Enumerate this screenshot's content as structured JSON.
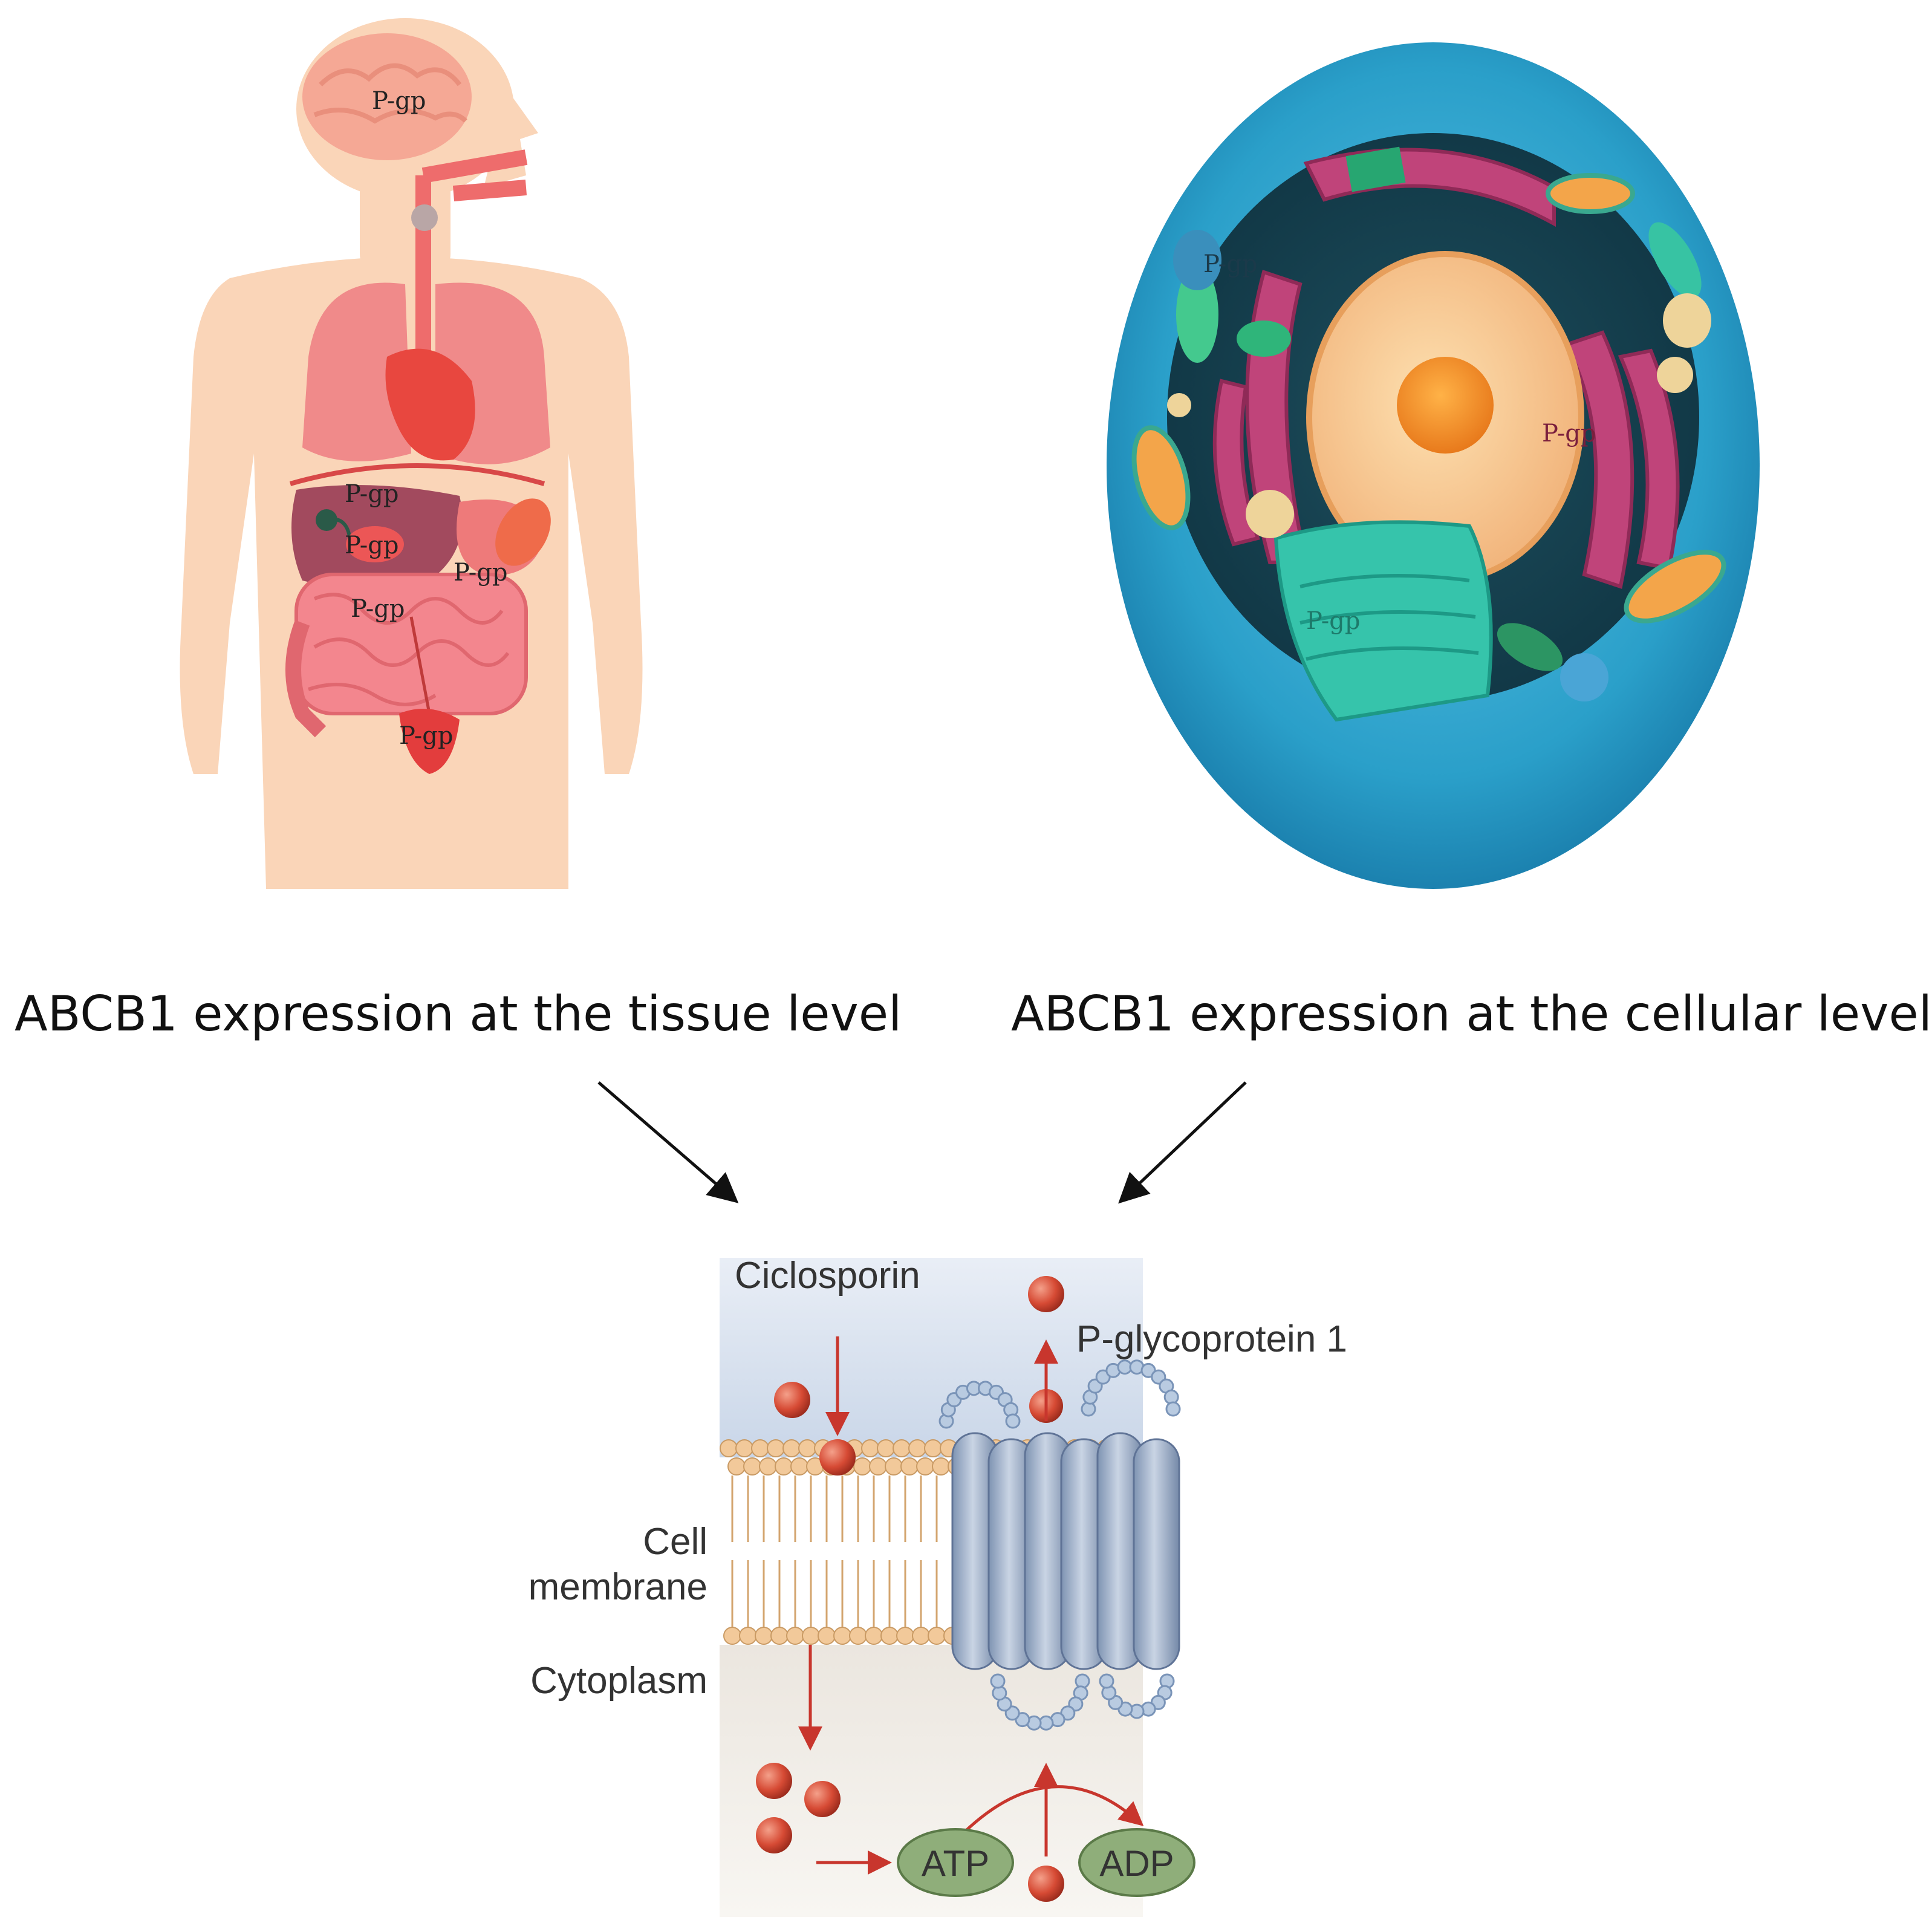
{
  "body_panel": {
    "labels": [
      "P-gp",
      "P-gp",
      "P-gp",
      "P-gp",
      "P-gp",
      "P-gp"
    ]
  },
  "cell_panel": {
    "labels": [
      "P-gp",
      "P-gp",
      "P-gp"
    ]
  },
  "captions": {
    "tissue": "ABCB1 expression at the tissue level",
    "cellular": "ABCB1 expression at the cellular level"
  },
  "membrane_panel": {
    "ciclosporin": "Ciclosporin",
    "pglycoprotein": "P-glycoprotein 1",
    "cell": "Cell",
    "membrane": "membrane",
    "cytoplasm": "Cytoplasm",
    "atp": "ATP",
    "adp": "ADP"
  },
  "colors": {
    "skin": "#fad5b8",
    "organ_red": "#f0535a",
    "cell_blue": "#2a9fc9",
    "membrane_head": "#f2c99a",
    "protein": "#9aaec8",
    "arrow_red": "#c8362d",
    "atp_green": "#8fae7a"
  }
}
